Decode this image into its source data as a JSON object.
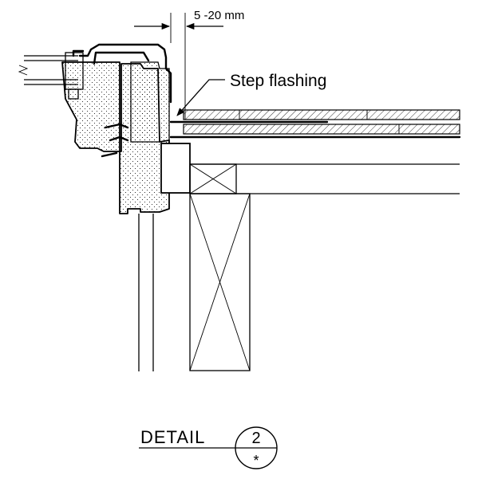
{
  "dimension": {
    "text": "5 -20 mm"
  },
  "callout": {
    "text": "Step flashing"
  },
  "detail": {
    "title": "DETAIL",
    "number": "2",
    "sheet": "*"
  },
  "colors": {
    "ink": "#000000",
    "background": "#ffffff"
  }
}
